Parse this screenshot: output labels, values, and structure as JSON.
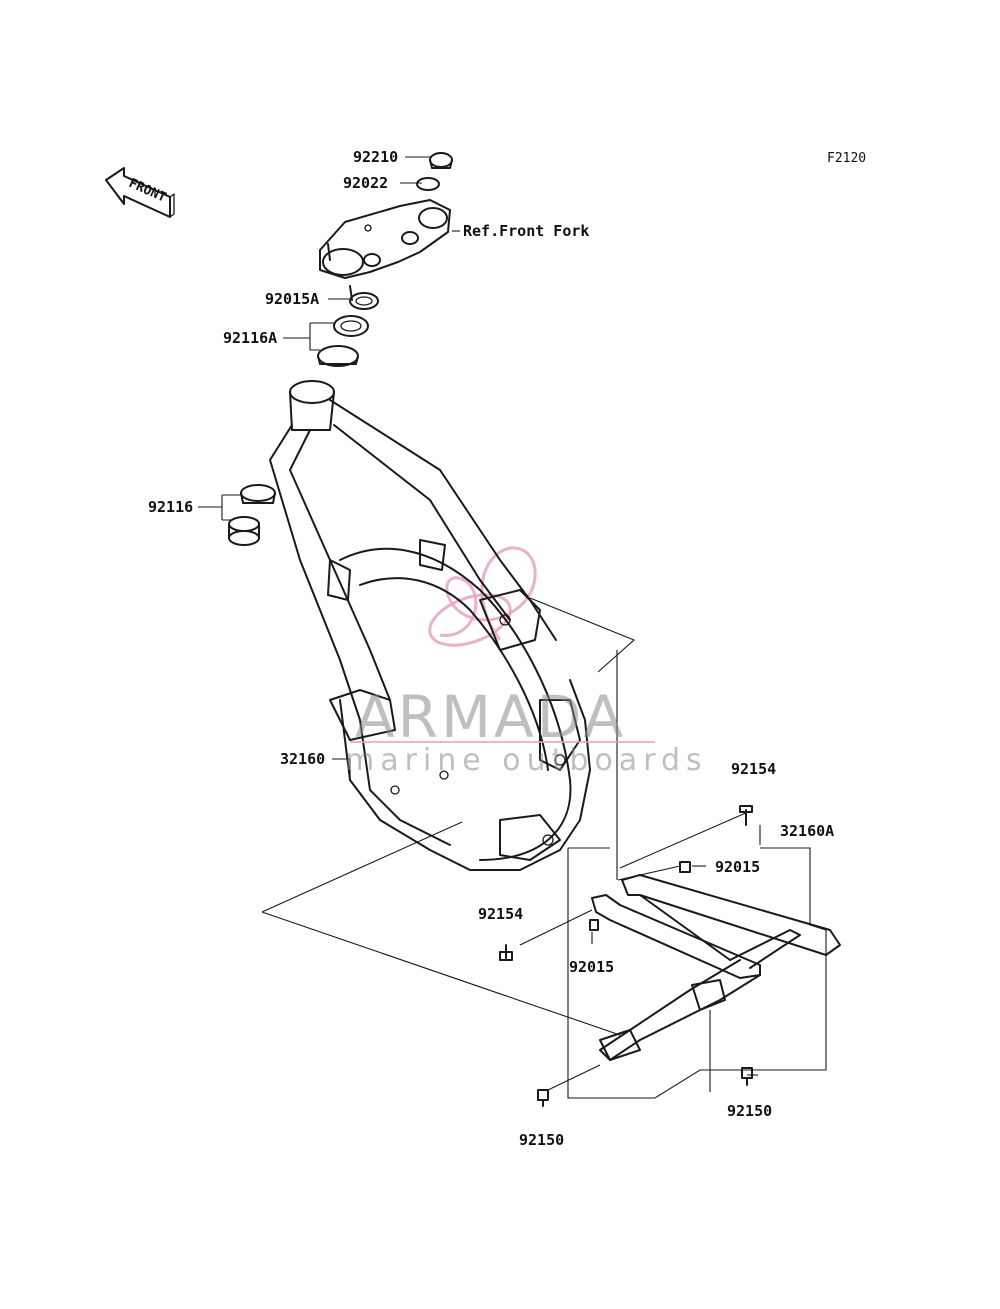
{
  "diagram_code": "F2120",
  "front_arrow": {
    "label": "FRONT",
    "icon": "front-direction-arrow-icon"
  },
  "watermark": {
    "brand": "ARMADA",
    "tagline": "marine outboards",
    "logo_color": "#e8a3c2"
  },
  "ref_label": "Ref.Front Fork",
  "parts": {
    "p92210": "92210",
    "p92022": "92022",
    "p92015A": "92015A",
    "p92116A": "92116A",
    "p92116": "92116",
    "p32160": "32160",
    "p92154_top": "92154",
    "p32160A": "32160A",
    "p92015_right": "92015",
    "p92154_left": "92154",
    "p92015_mid": "92015",
    "p92150_right": "92150",
    "p92150_bottom": "92150"
  }
}
